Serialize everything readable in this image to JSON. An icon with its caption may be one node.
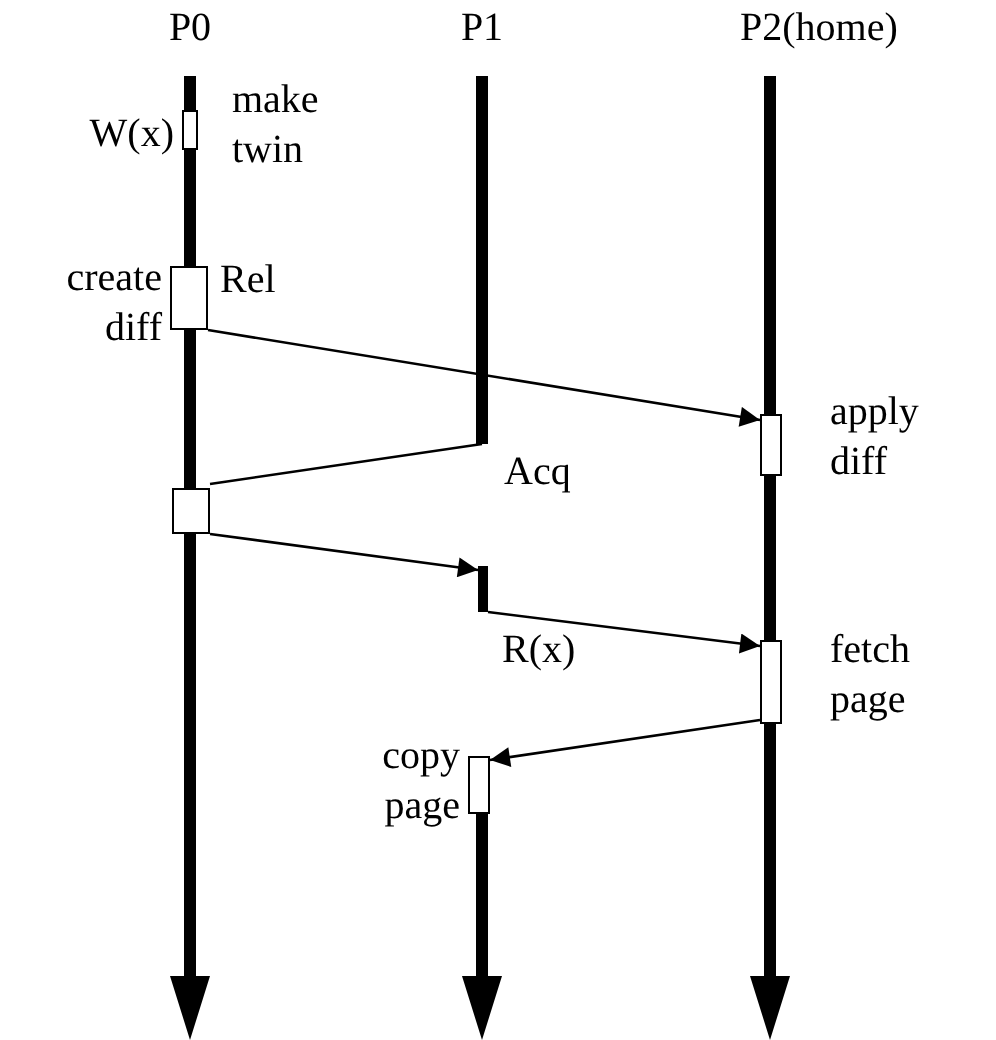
{
  "diagram": {
    "nodes": [
      {
        "text": [],
        "shape": "box",
        "beside": [
          "W(x)",
          "make twin"
        ]
      },
      {
        "text": [],
        "shape": "box",
        "beside": [
          "create diff",
          "Rel"
        ]
      },
      {
        "text": [],
        "shape": "box",
        "beside": [
          "apply diff"
        ]
      },
      {
        "text": [],
        "shape": "box"
      },
      {
        "text": [],
        "shape": "bar",
        "beside": [
          "R(x)"
        ]
      },
      {
        "text": [],
        "shape": "box",
        "beside": [
          "fetch page"
        ]
      },
      {
        "text": [],
        "shape": "box",
        "beside": [
          "copy page"
        ]
      }
    ],
    "edges": [
      {
        "from": 1,
        "to": 2,
        "arrow": "to"
      },
      {
        "from": 3,
        "to": null,
        "arrow": "none"
      },
      {
        "from": 3,
        "to": 4,
        "arrow": "to"
      },
      {
        "from": 4,
        "to": 5,
        "arrow": "to"
      },
      {
        "from": 5,
        "to": 6,
        "arrow": "to"
      }
    ],
    "labels": [
      "P0",
      "P1",
      "P2(home)",
      "Acq"
    ]
  }
}
